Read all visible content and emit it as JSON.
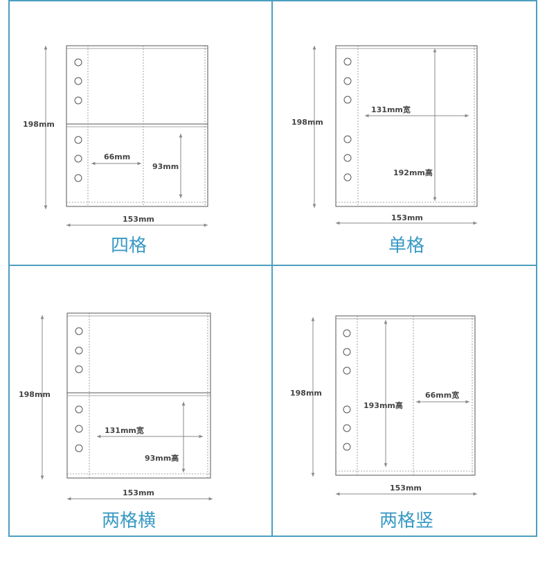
{
  "colors": {
    "frame": "#4a9fbf",
    "title": "#3a9ac4",
    "line": "#555555",
    "dim": "#888888"
  },
  "panels": [
    {
      "title": "四格",
      "height_label": "198mm",
      "width_label": "153mm",
      "inner_labels": [
        "66mm",
        "93mm"
      ]
    },
    {
      "title": "单格",
      "height_label": "198mm",
      "width_label": "153mm",
      "inner_labels": [
        "131mm宽",
        "192mm高"
      ]
    },
    {
      "title": "两格横",
      "height_label": "198mm",
      "width_label": "153mm",
      "inner_labels": [
        "131mm宽",
        "93mm高"
      ]
    },
    {
      "title": "两格竖",
      "height_label": "198mm",
      "width_label": "153mm",
      "inner_labels": [
        "193mm高",
        "66mm宽"
      ]
    }
  ]
}
